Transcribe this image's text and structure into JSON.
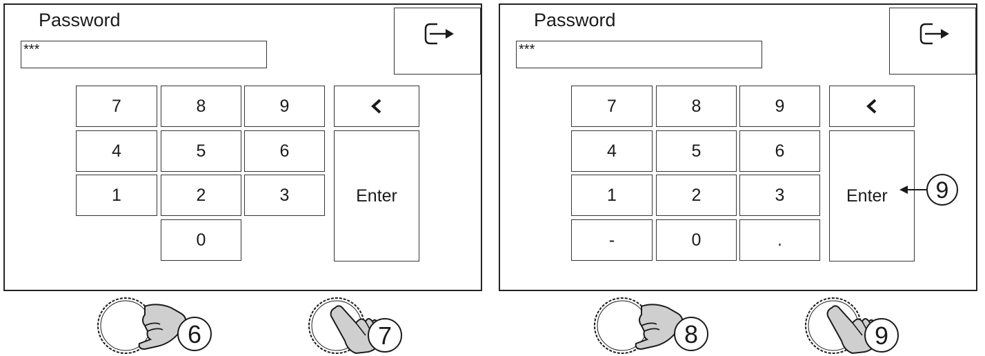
{
  "screens": [
    {
      "title": "Password",
      "password_value": "***",
      "keys_row1": [
        "7",
        "8",
        "9"
      ],
      "keys_row2": [
        "4",
        "5",
        "6"
      ],
      "keys_row3": [
        "1",
        "2",
        "3"
      ],
      "keys_row4": [
        "",
        "0",
        ""
      ],
      "enter_label": "Enter",
      "backspace_icon": "chevron-left-icon",
      "exit_icon": "exit-arrow-icon"
    },
    {
      "title": "Password",
      "password_value": "***",
      "keys_row1": [
        "7",
        "8",
        "9"
      ],
      "keys_row2": [
        "4",
        "5",
        "6"
      ],
      "keys_row3": [
        "1",
        "2",
        "3"
      ],
      "keys_row4": [
        "-",
        "0",
        "."
      ],
      "enter_label": "Enter",
      "backspace_icon": "chevron-left-icon",
      "exit_icon": "exit-arrow-icon",
      "enter_callout": "9"
    }
  ],
  "gestures": [
    {
      "icon": "rotate-hand-icon",
      "step": "6"
    },
    {
      "icon": "press-hand-icon",
      "step": "7"
    },
    {
      "icon": "rotate-hand-icon",
      "step": "8"
    },
    {
      "icon": "press-hand-icon",
      "step": "9"
    }
  ]
}
